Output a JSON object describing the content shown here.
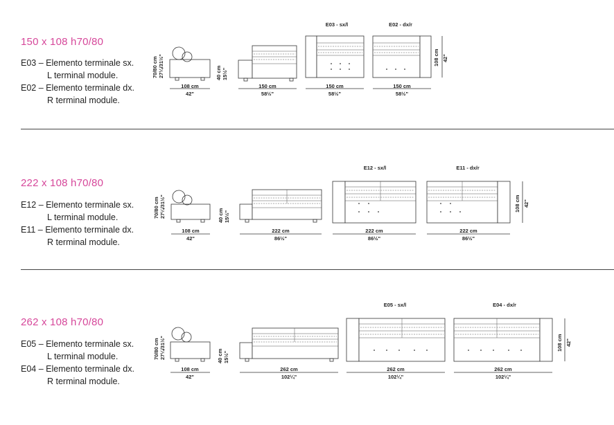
{
  "sections": [
    {
      "title": "150 x 108 h70/80",
      "lines": [
        {
          "code": "E03 – Elemento terminale sx.",
          "sub": "L terminal module."
        },
        {
          "code": "E02 – Elemento terminale dx.",
          "sub": "R terminal module."
        }
      ],
      "height_label": "70/80 cm",
      "height_label_in": "27¼/31½\"",
      "depth_cm": "108 cm",
      "depth_in": "42\"",
      "seat_cm": "40 cm",
      "seat_in": "15½\"",
      "front_cm": "150 cm",
      "front_in": "58½\"",
      "plan_left_label": "E03 - sx/l",
      "plan_right_label": "E02 - dx/r",
      "plan_left_cm": "150 cm",
      "plan_left_in": "58½\"",
      "plan_right_cm": "150 cm",
      "plan_right_in": "58½\"",
      "plan_depth_cm": "108 cm",
      "plan_depth_in": "42\""
    },
    {
      "title": "222 x 108 h70/80",
      "lines": [
        {
          "code": "E12 – Elemento terminale sx.",
          "sub": "L terminal module."
        },
        {
          "code": "E11 – Elemento terminale dx.",
          "sub": "R terminal module."
        }
      ],
      "height_label": "70/80 cm",
      "height_label_in": "27¼/31½\"",
      "depth_cm": "108 cm",
      "depth_in": "42\"",
      "seat_cm": "40 cm",
      "seat_in": "15½\"",
      "front_cm": "222 cm",
      "front_in": "86½\"",
      "plan_left_label": "E12 - sx/l",
      "plan_right_label": "E11 - dx/r",
      "plan_left_cm": "222 cm",
      "plan_left_in": "86½\"",
      "plan_right_cm": "222 cm",
      "plan_right_in": "86½\"",
      "plan_depth_cm": "108 cm",
      "plan_depth_in": "42\""
    },
    {
      "title": "262 x 108 h70/80",
      "lines": [
        {
          "code": "E05 – Elemento terminale sx.",
          "sub": "L terminal module."
        },
        {
          "code": "E04 – Elemento terminale dx.",
          "sub": "R terminal module."
        }
      ],
      "height_label": "70/80 cm",
      "height_label_in": "27¼/31½\"",
      "depth_cm": "108 cm",
      "depth_in": "42\"",
      "seat_cm": "40 cm",
      "seat_in": "15½\"",
      "front_cm": "262 cm",
      "front_in": "102¼\"",
      "plan_left_label": "E05 - sx/l",
      "plan_right_label": "E04 - dx/r",
      "plan_left_cm": "262 cm",
      "plan_left_in": "102¼\"",
      "plan_right_cm": "262 cm",
      "plan_right_in": "102¼\"",
      "plan_depth_cm": "108 cm",
      "plan_depth_in": "42\""
    }
  ]
}
